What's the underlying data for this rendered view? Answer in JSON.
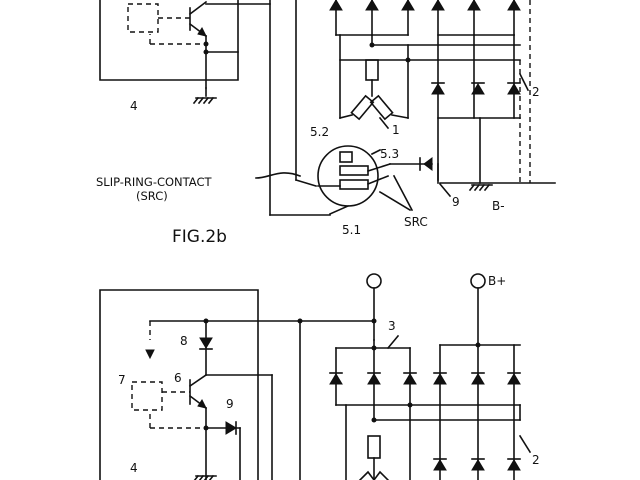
{
  "figure": {
    "title": "FIG.2b",
    "src_caption_line1": "SLIP-RING-CONTACT",
    "src_caption_line2": "(SRC)",
    "src_label": "SRC",
    "ground_label": "B-",
    "plus_label": "B+",
    "labels": {
      "n4_top": "4",
      "n2_top": "2",
      "n1": "1",
      "n9_top": "9",
      "n52": "5.2",
      "n53": "5.3",
      "n51": "5.1",
      "n3": "3",
      "n8": "8",
      "n7": "7",
      "n6": "6",
      "n9_bot": "9",
      "n2_bot": "2",
      "n4_bot": "4"
    }
  }
}
